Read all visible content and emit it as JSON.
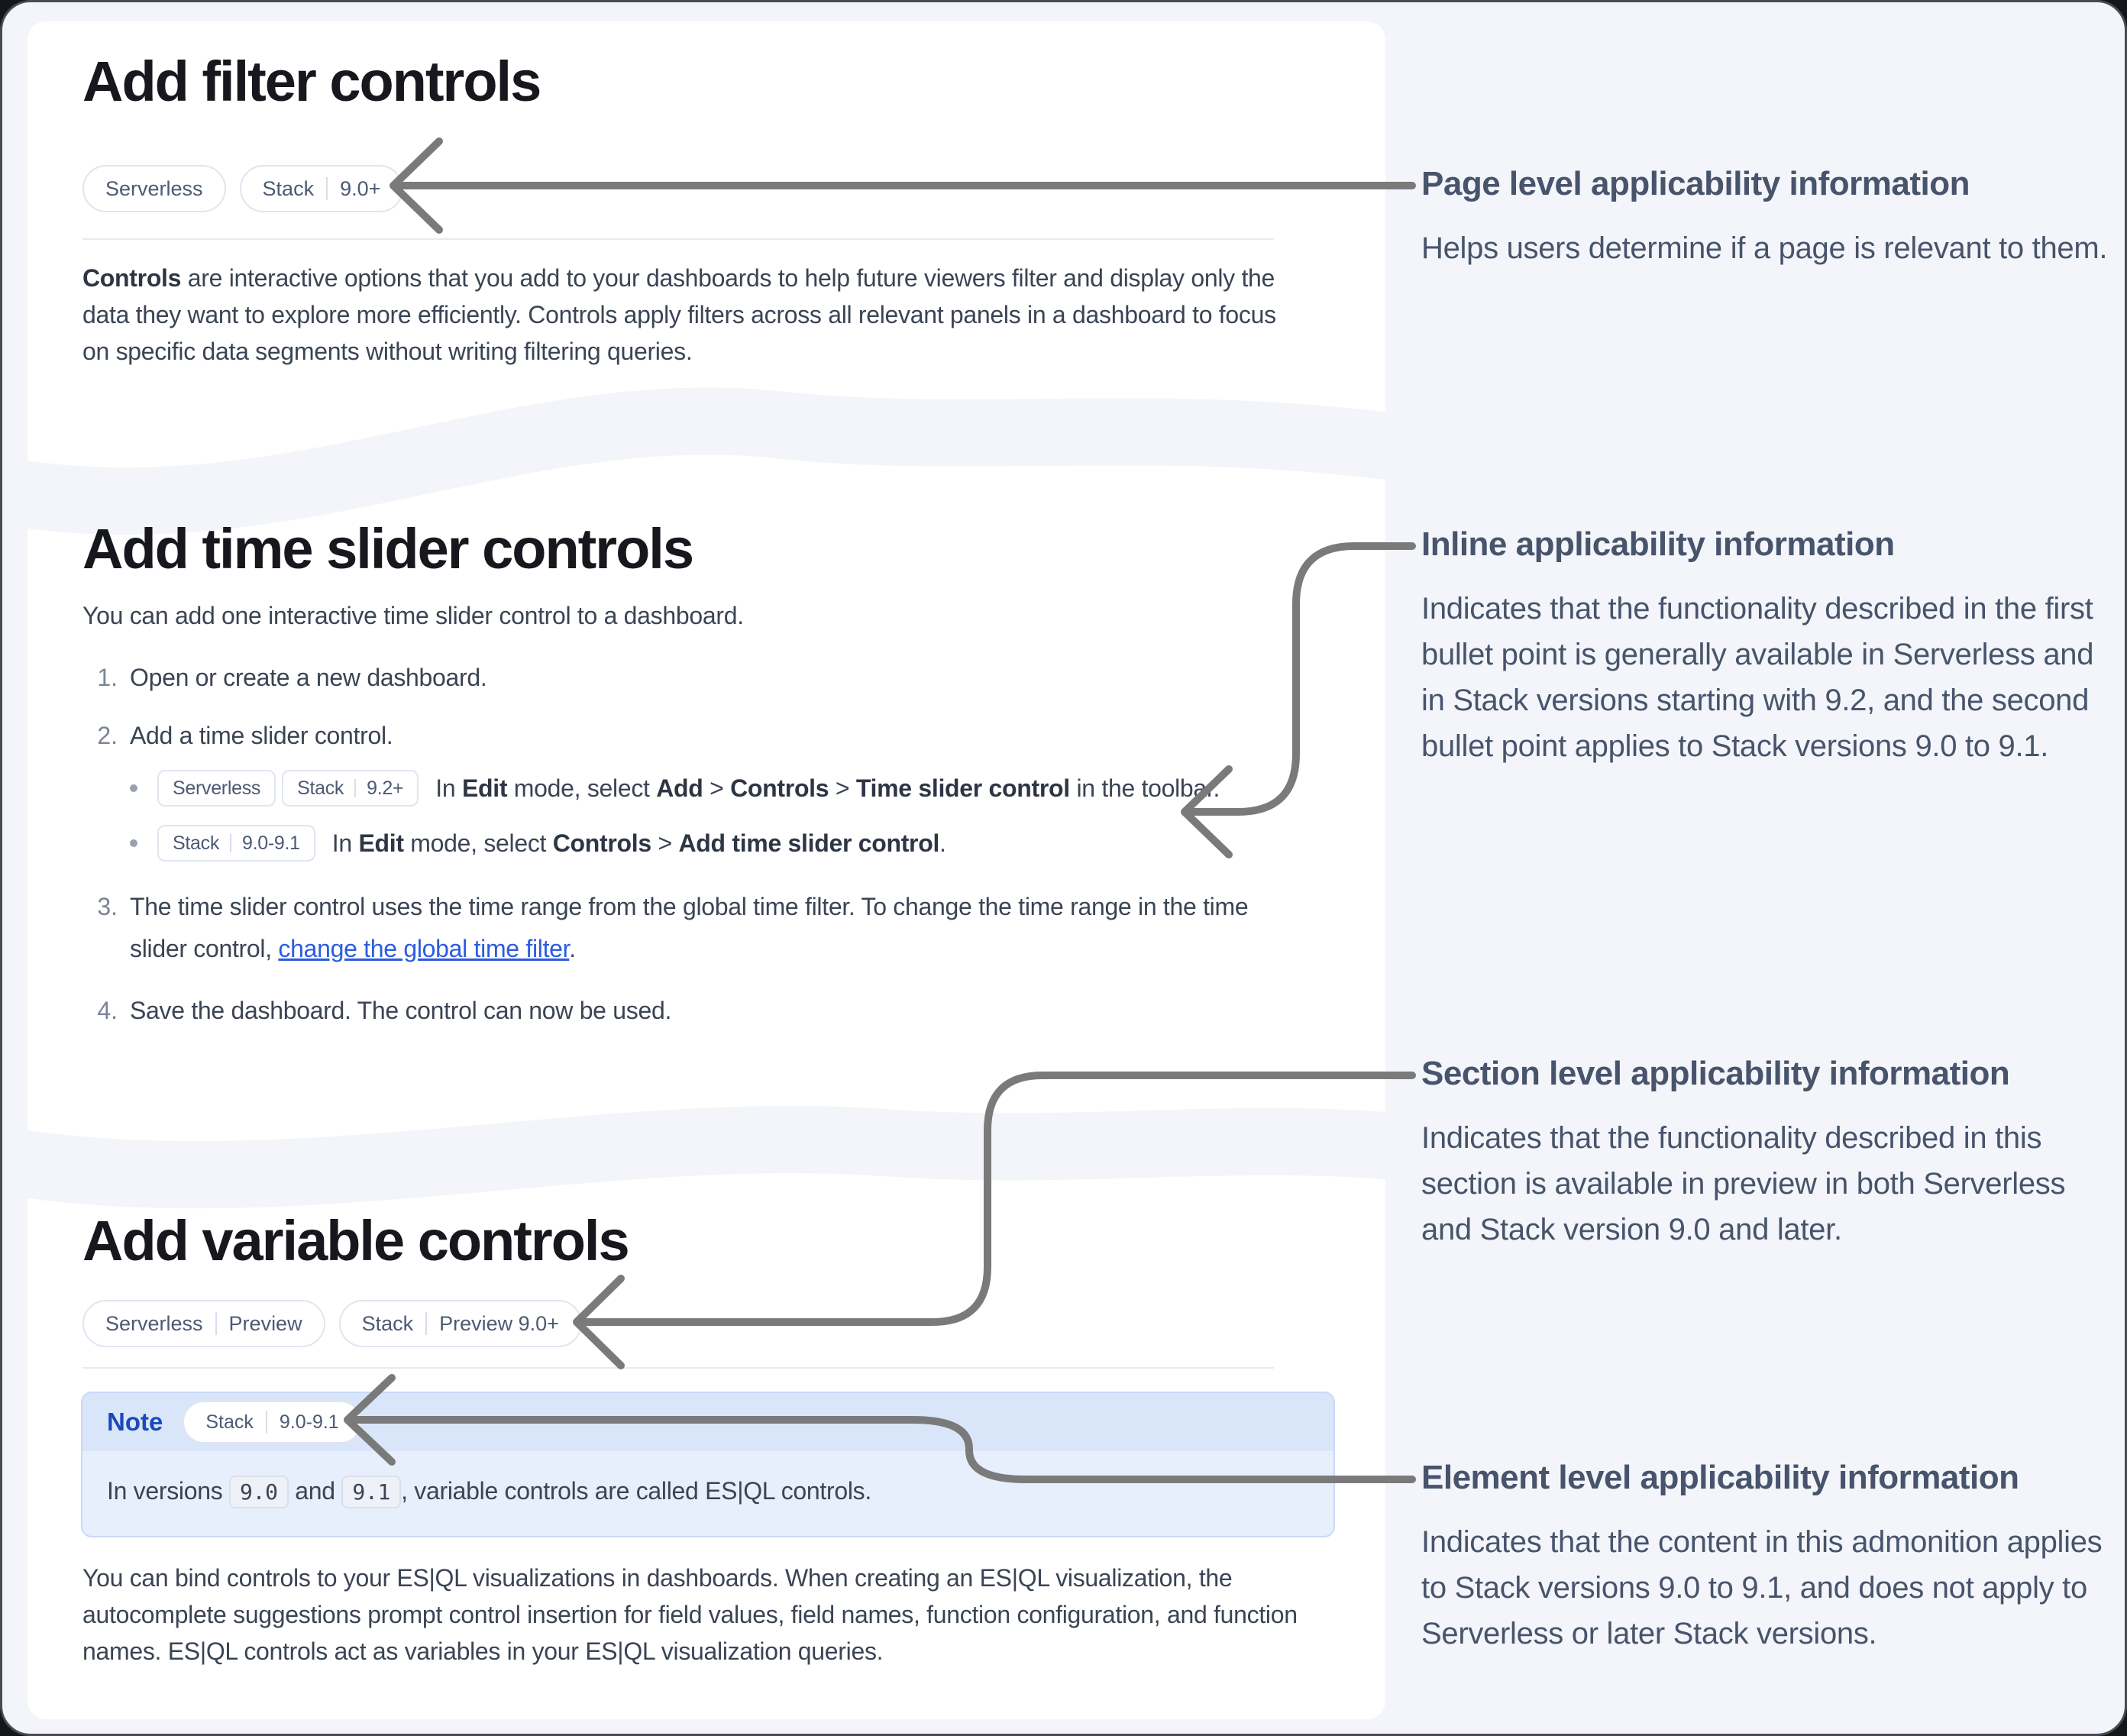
{
  "page": {
    "bg": "#f3f5fa",
    "card_bg": "#ffffff",
    "arrow_color": "#7a7a7a",
    "accent_link": "#2b5ce0",
    "note_blue": "#1b49bb"
  },
  "card_filter": {
    "title": "Add filter controls",
    "badges": [
      [
        "Serverless"
      ],
      [
        "Stack",
        "9.0+"
      ]
    ],
    "paragraph": [
      {
        "t": "Controls",
        "b": 1
      },
      {
        "t": " are interactive options that you add to your dashboards to help future viewers filter and display only the data they want to explore more efficiently. Controls apply filters across all relevant panels in a dashboard to focus on specific data segments without writing filtering queries."
      }
    ]
  },
  "card_time": {
    "title": "Add time slider controls",
    "intro": "You can add one interactive time slider control to a dashboard.",
    "steps": [
      {
        "num": "1.",
        "rich": [
          {
            "t": "Open or create a new dashboard."
          }
        ]
      },
      {
        "num": "2.",
        "rich": [
          {
            "t": "Add a time slider control."
          }
        ]
      },
      {
        "num": "3.",
        "rich": [
          {
            "t": "The time slider control uses the time range from the global time filter. To change the time range in the time slider control, "
          },
          {
            "t": "change the global time filter",
            "l": 1
          },
          {
            "t": "."
          }
        ]
      },
      {
        "num": "4.",
        "rich": [
          {
            "t": "Save the dashboard. The control can now be used."
          }
        ]
      }
    ],
    "sub_bullets": [
      {
        "badges": [
          [
            "Serverless"
          ],
          [
            "Stack",
            "9.2+"
          ]
        ],
        "rich": [
          {
            "t": "In "
          },
          {
            "t": "Edit",
            "b": 1
          },
          {
            "t": " mode, select "
          },
          {
            "t": "Add",
            "b": 1
          },
          {
            "t": " > "
          },
          {
            "t": "Controls",
            "b": 1
          },
          {
            "t": " > "
          },
          {
            "t": "Time slider control",
            "b": 1
          },
          {
            "t": " in the toolbar."
          }
        ]
      },
      {
        "badges": [
          [
            "Stack",
            "9.0-9.1"
          ]
        ],
        "rich": [
          {
            "t": "In "
          },
          {
            "t": "Edit",
            "b": 1
          },
          {
            "t": " mode, select "
          },
          {
            "t": "Controls",
            "b": 1
          },
          {
            "t": " > "
          },
          {
            "t": "Add time slider control",
            "b": 1
          },
          {
            "t": "."
          }
        ]
      }
    ]
  },
  "card_variable": {
    "title": "Add variable controls",
    "badges": [
      [
        "Serverless",
        "Preview"
      ],
      [
        "Stack",
        "Preview 9.0+"
      ]
    ],
    "note_label": "Note",
    "note_badges": [
      [
        "Stack",
        "9.0-9.1"
      ]
    ],
    "note_body": [
      {
        "t": "In versions "
      },
      {
        "t": "9.0",
        "c": 1
      },
      {
        "t": " and "
      },
      {
        "t": "9.1",
        "c": 1
      },
      {
        "t": ", variable controls are called ES|QL controls."
      }
    ],
    "paragraph": [
      {
        "t": "You can bind controls to your ES|QL visualizations in dashboards. When creating an ES|QL visualization, the autocomplete suggestions prompt control insertion for field values, field names, function configuration, and function names. ES|QL controls act as variables in your ES|QL visualization queries."
      }
    ]
  },
  "annotations": [
    {
      "title": "Page level applicability information",
      "body": "Helps users determine if a page is relevant to them."
    },
    {
      "title": "Inline applicability information",
      "body": "Indicates that the functionality described in the first bullet point is generally available in Serverless and in Stack versions starting with 9.2, and the second bullet point applies to Stack versions 9.0 to 9.1."
    },
    {
      "title": "Section level applicability information",
      "body": "Indicates that the functionality described in this section is available in preview in both Serverless and Stack version 9.0 and later."
    },
    {
      "title": "Element level applicability information",
      "body": "Indicates that the content in this admonition applies to Stack versions 9.0 to 9.1, and does not apply to Serverless or later Stack versions."
    }
  ]
}
